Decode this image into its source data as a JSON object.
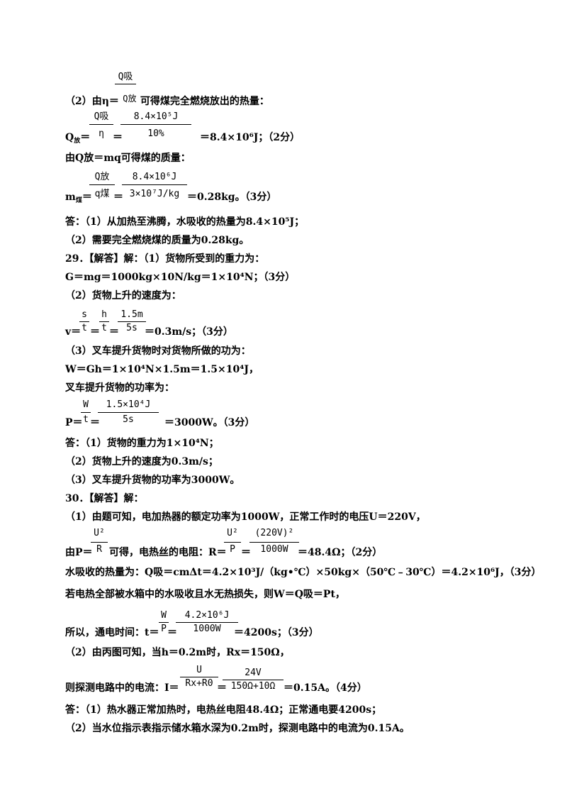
{
  "s1": {
    "l1_pre": "（2）由η＝",
    "l1_post": "可得煤完全燃烧放出的热量：",
    "l1_num": "Q吸",
    "l1_den": "Q放",
    "l2_lhs": "Q",
    "l2_lhs_sub": "放",
    "l2_eq": "＝",
    "l2_f1_num": "Q吸",
    "l2_f1_den": "η",
    "l2_eq2": "＝",
    "l2_f2_num": "8.4×10⁵J",
    "l2_f2_den": "10%",
    "l2_result": "＝8.4×10⁶J；（2分）",
    "l3": "由Q放＝mq可得煤的质量：",
    "l4_lhs": "m",
    "l4_lhs_sub": "煤",
    "l4_eq": "＝",
    "l4_f1_num": "Q放",
    "l4_f1_den": "q煤",
    "l4_eq2": "＝",
    "l4_f2_num": "8.4×10⁶J",
    "l4_f2_den": "3×10⁷J/kg",
    "l4_result": "＝0.28kg。（3分）",
    "l5": "答：（1）从加热至沸腾，水吸收的热量为8.4×10⁵J；",
    "l6": "（2）需要完全燃烧煤的质量为0.28kg。"
  },
  "s2": {
    "l1": "29．【解答】解：（1）货物所受到的重力为：",
    "l2": "G＝mg＝1000kg×10N/kg＝1×10⁴N；（3分）",
    "l3": "（2）货物上升的速度为：",
    "l4_lhs": "v＝",
    "l4_f1_num": "s",
    "l4_f1_den": "t",
    "l4_f2_num": "h",
    "l4_f2_den": "t",
    "l4_f3_num": "1.5m",
    "l4_f3_den": "5s",
    "l4_eq": "＝",
    "l4_result": "＝0.3m/s；（3分）",
    "l5": "（3）叉车提升货物时对货物所做的功为：",
    "l6": "W＝Gh＝1×10⁴N×1.5m＝1.5×10⁴J，",
    "l7": "叉车提升货物的功率为：",
    "l8_lhs": "P＝",
    "l8_f1_num": "W",
    "l8_f1_den": "t",
    "l8_f2_num": "1.5×10⁴J",
    "l8_f2_den": "5s",
    "l8_eq": "＝",
    "l8_result": "＝3000W。（3分）",
    "l9": "答：（1）货物的重力为1×10⁴N；",
    "l10": "（2）货物上升的速度为0.3m/s；",
    "l11": "（3）叉车提升货物的功率为3000W。"
  },
  "s3": {
    "l1": "30．【解答】解：",
    "l2": "（1）由题可知，电加热器的额定功率为1000W，正常工作时的电压U＝220V，",
    "l3_pre": "由P＝",
    "l3_f1_num": "U²",
    "l3_f1_den": "R",
    "l3_mid": "可得，电热丝的电阻：R＝",
    "l3_f2_num": "U²",
    "l3_f2_den": "P",
    "l3_eq": "＝",
    "l3_f3_num": "(220V)²",
    "l3_f3_den": "1000W",
    "l3_result": "＝48.4Ω；（2分）",
    "l4": "水吸收的热量为：Q吸＝cmΔt＝4.2×10³J/（kg•℃）×50kg×（50℃﹣30℃）＝4.2×10⁶J，（3分）",
    "l5": "若电热全部被水箱中的水吸收且水无热损失，则W＝Q吸＝Pt，",
    "l6_pre": "所以，通电时间：t＝",
    "l6_f1_num": "W",
    "l6_f1_den": "P",
    "l6_eq": "＝",
    "l6_f2_num": "4.2×10⁶J",
    "l6_f2_den": "1000W",
    "l6_result": "＝4200s；（3分）",
    "l7": "（2）由丙图可知，当h＝0.2m时，Rx＝150Ω，",
    "l8_pre": "则探测电路中的电流：I＝",
    "l8_f1_num": "U",
    "l8_f1_den": "Rx+R0",
    "l8_eq": "＝",
    "l8_f2_num": "24V",
    "l8_f2_den": "150Ω+10Ω",
    "l8_result": "＝0.15A。（4分）",
    "l9": "答：（1）热水器正常加热时，电热丝电阻48.4Ω；正常通电要4200s；",
    "l10": "（2）当水位指示表指示储水箱水深为0.2m时，探测电路中的电流为0.15A。"
  }
}
